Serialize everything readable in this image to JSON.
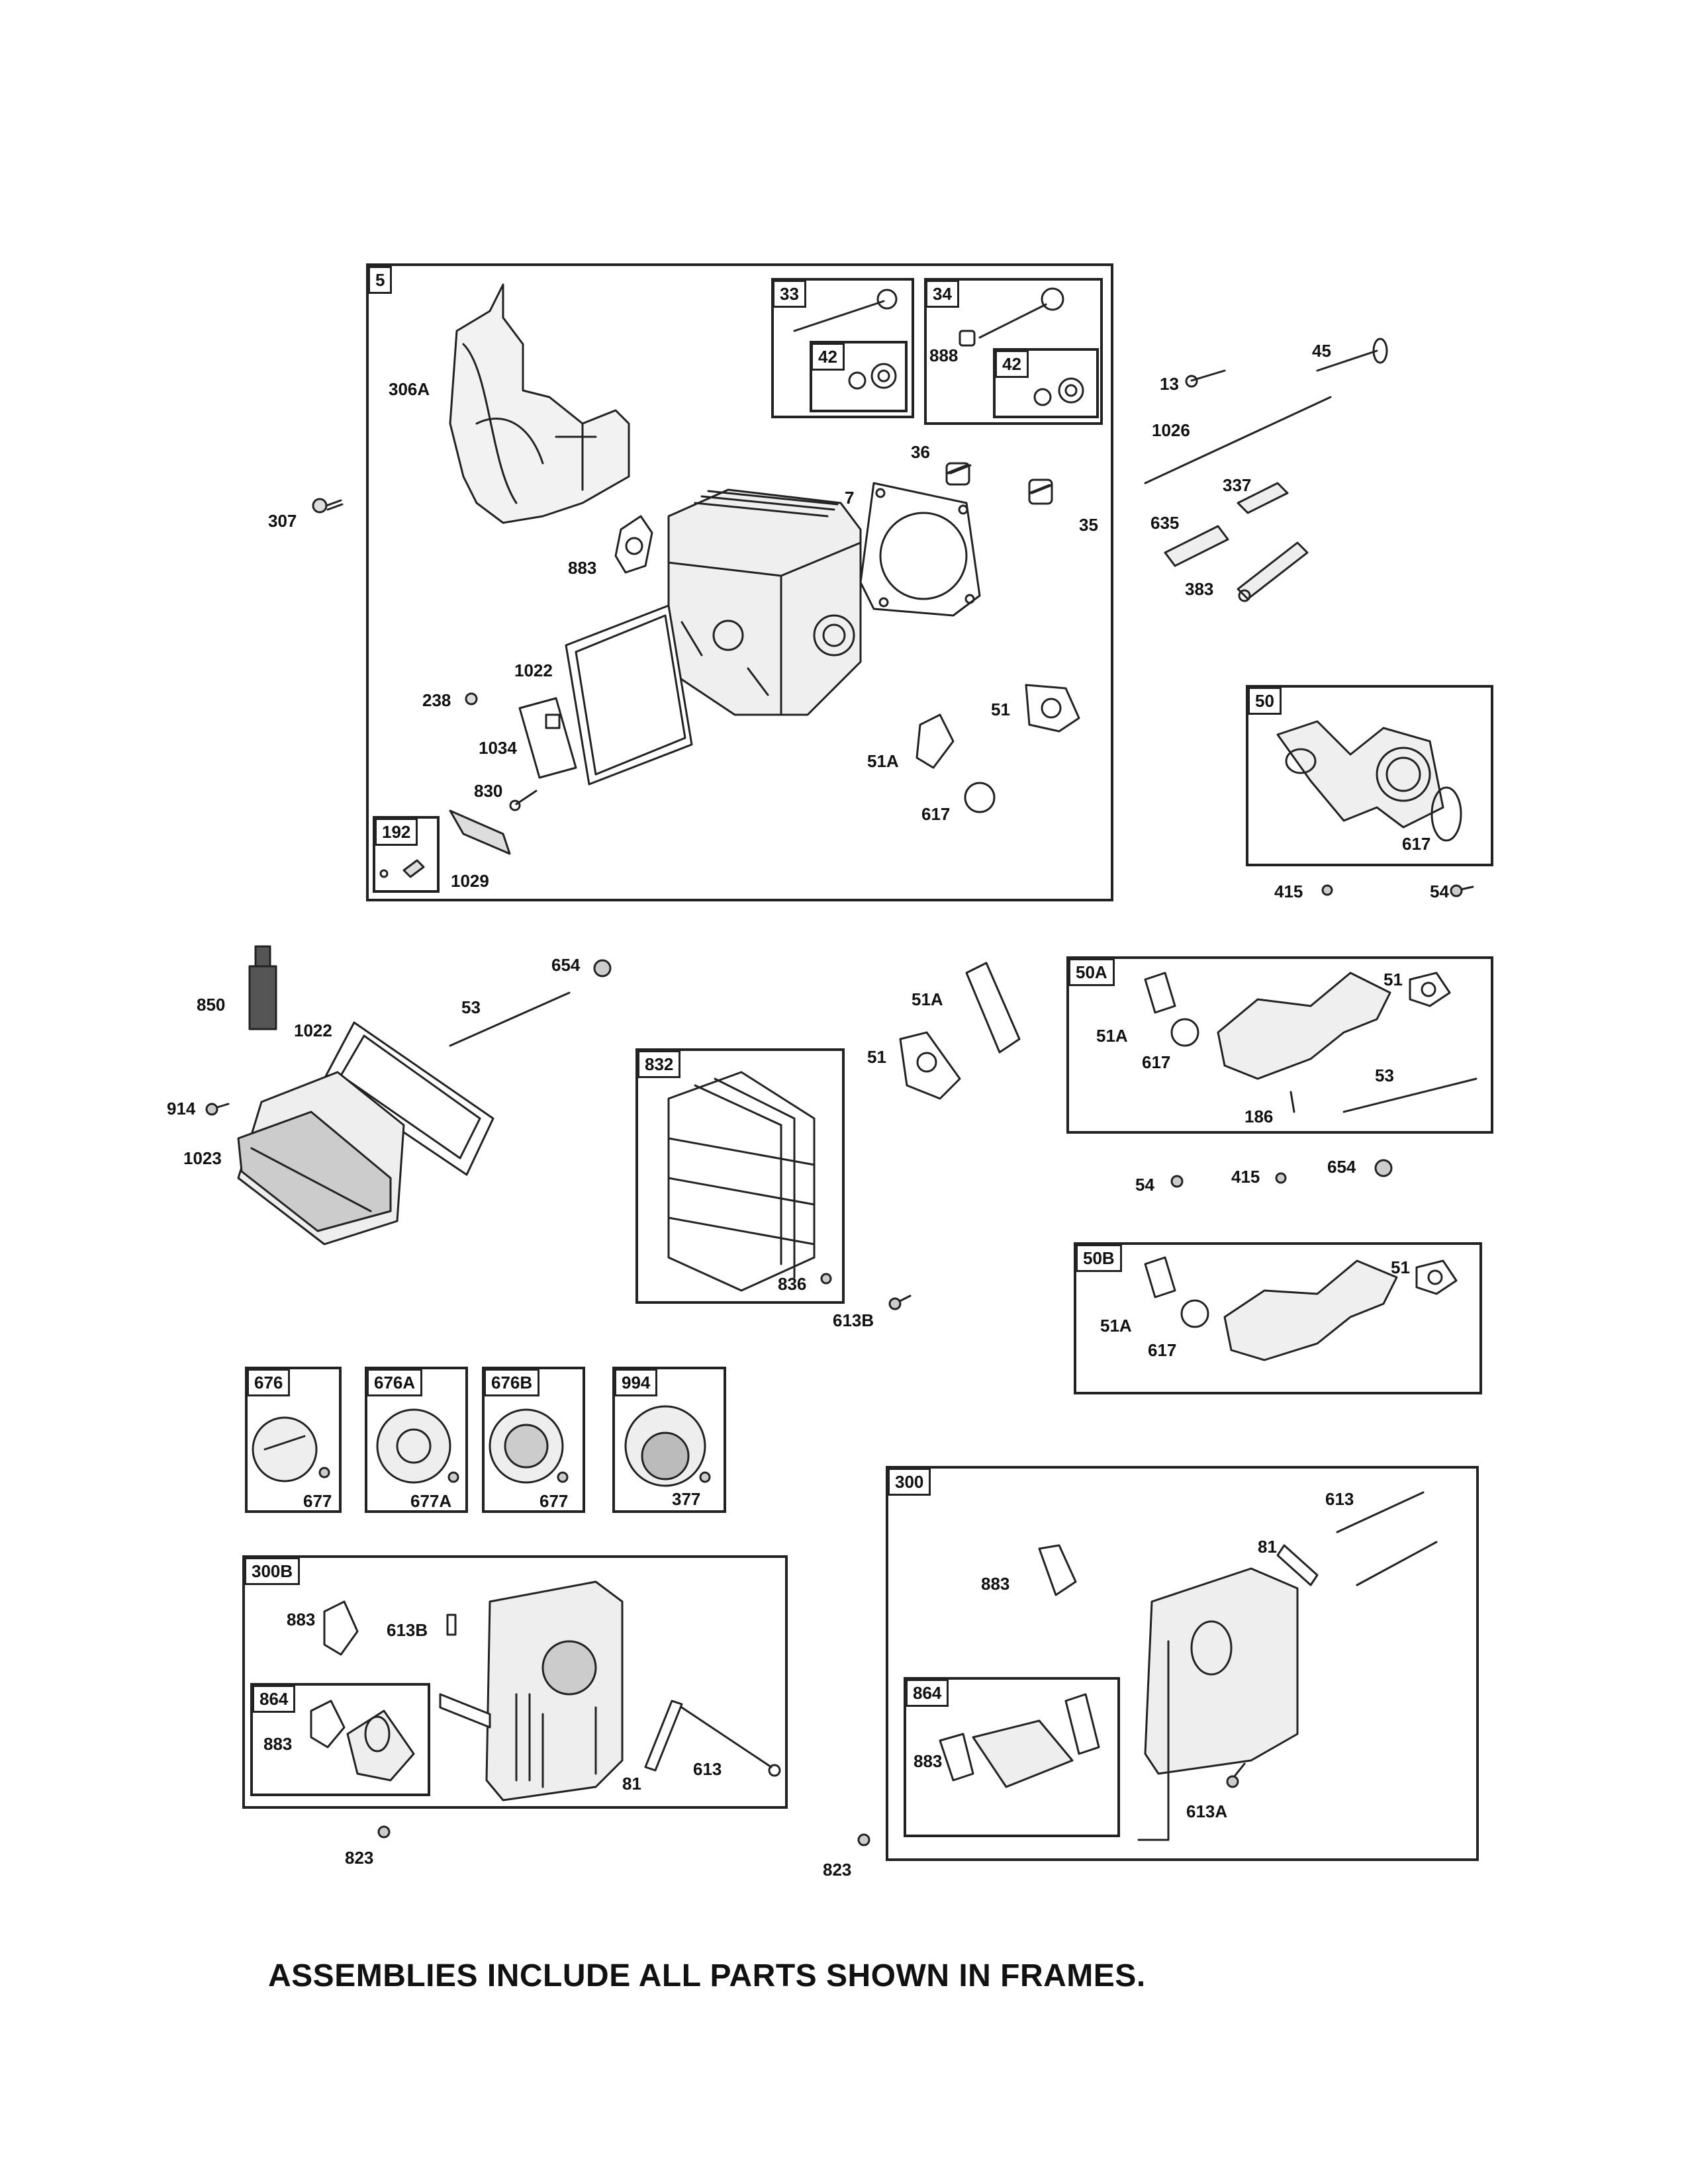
{
  "frames": {
    "f5": "5",
    "f33": "33",
    "f42a": "42",
    "f34": "34",
    "f42b": "42",
    "f192": "192",
    "f50": "50",
    "f50A": "50A",
    "f832": "832",
    "f50B": "50B",
    "f676": "676",
    "f676A": "676A",
    "f676B": "676B",
    "f994": "994",
    "f300B": "300B",
    "f864a": "864",
    "f300": "300",
    "f864b": "864"
  },
  "labels": {
    "l306A": "306A",
    "l307": "307",
    "l883a": "883",
    "l238": "238",
    "l1022a": "1022",
    "l1034": "1034",
    "l830": "830",
    "l1029": "1029",
    "l888": "888",
    "l36": "36",
    "l7": "7",
    "l35": "35",
    "l51a": "51",
    "l51Aa": "51A",
    "l617a": "617",
    "l13": "13",
    "l45": "45",
    "l1026": "1026",
    "l337": "337",
    "l635": "635",
    "l383": "383",
    "l617b": "617",
    "l415a": "415",
    "l54a": "54",
    "l850": "850",
    "l1022b": "1022",
    "l53a": "53",
    "l654a": "654",
    "l914": "914",
    "l1023": "1023",
    "l51Ab": "51A",
    "l51b": "51",
    "l836": "836",
    "l613Ba": "613B",
    "l51c": "51",
    "l51Ac": "51A",
    "l617c": "617",
    "l53b": "53",
    "l186": "186",
    "l54b": "54",
    "l415b": "415",
    "l654b": "654",
    "l51d": "51",
    "l51Ad": "51A",
    "l617d": "617",
    "l677a": "677",
    "l677A": "677A",
    "l677b": "677",
    "l377": "377",
    "l883b": "883",
    "l613Bb": "613B",
    "l883c": "883",
    "l81a": "81",
    "l613a": "613",
    "l823a": "823",
    "l613b": "613",
    "l81b": "81",
    "l883d": "883",
    "l883e": "883",
    "l613A": "613A",
    "l823b": "823"
  },
  "footer": "ASSEMBLIES INCLUDE ALL PARTS SHOWN IN FRAMES."
}
